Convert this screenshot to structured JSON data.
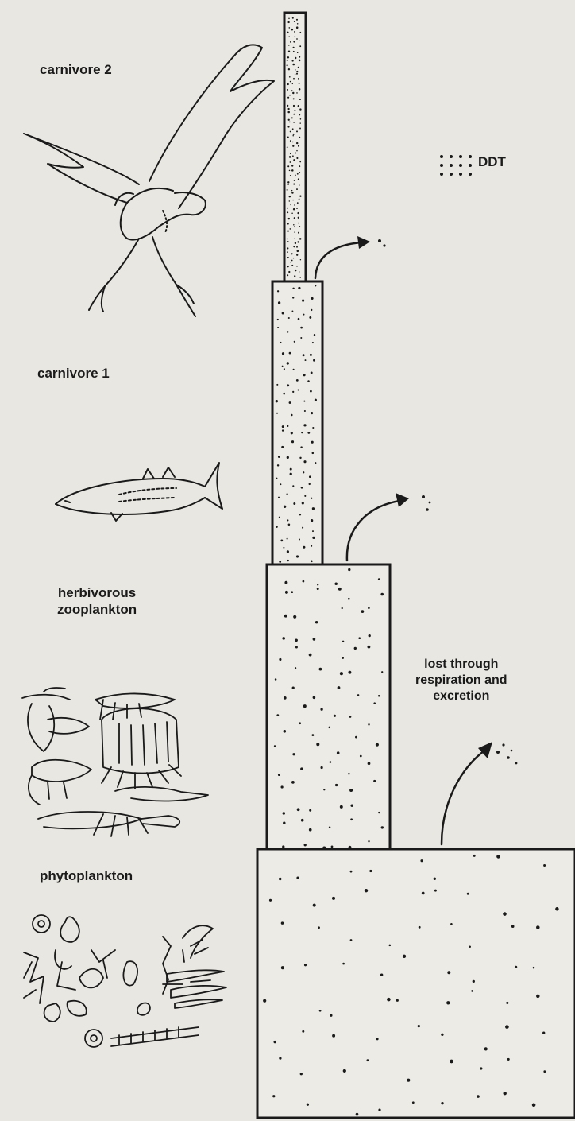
{
  "levels": [
    {
      "label": "carnivore 2"
    },
    {
      "label": "carnivore 1"
    },
    {
      "label_lines": [
        "herbivorous",
        "zooplankton"
      ]
    },
    {
      "label": "phytoplankton"
    }
  ],
  "legend": {
    "label": "DDT"
  },
  "loss_note": {
    "lines": [
      "lost through",
      "respiration and",
      "excretion"
    ]
  },
  "colors": {
    "ink": "#1a1a1a",
    "paper": "#e9e7e1",
    "bar_fill": "#ecebe6"
  },
  "icons": [
    "eagle-icon",
    "fish-icon",
    "zooplankton-icon",
    "phytoplankton-icon"
  ]
}
